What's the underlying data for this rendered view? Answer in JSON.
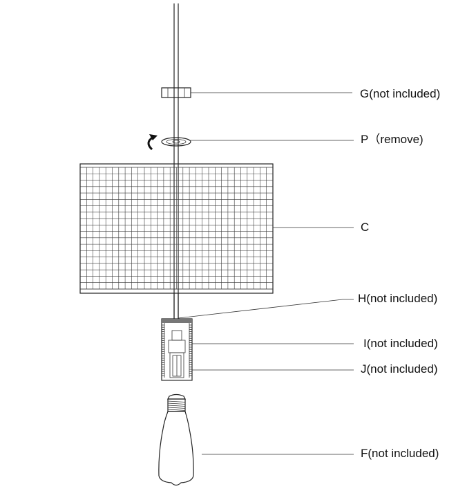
{
  "labels": {
    "g": "G(not included)",
    "p": "P（remove)",
    "c": "C",
    "h": "H(not included)",
    "i": "I(not included)",
    "j": "J(not included)",
    "f": "F(not included)"
  },
  "colors": {
    "line": "#222222",
    "text": "#111111",
    "background": "#ffffff"
  },
  "icons": {
    "rotate": "rotate-arrow-icon"
  }
}
